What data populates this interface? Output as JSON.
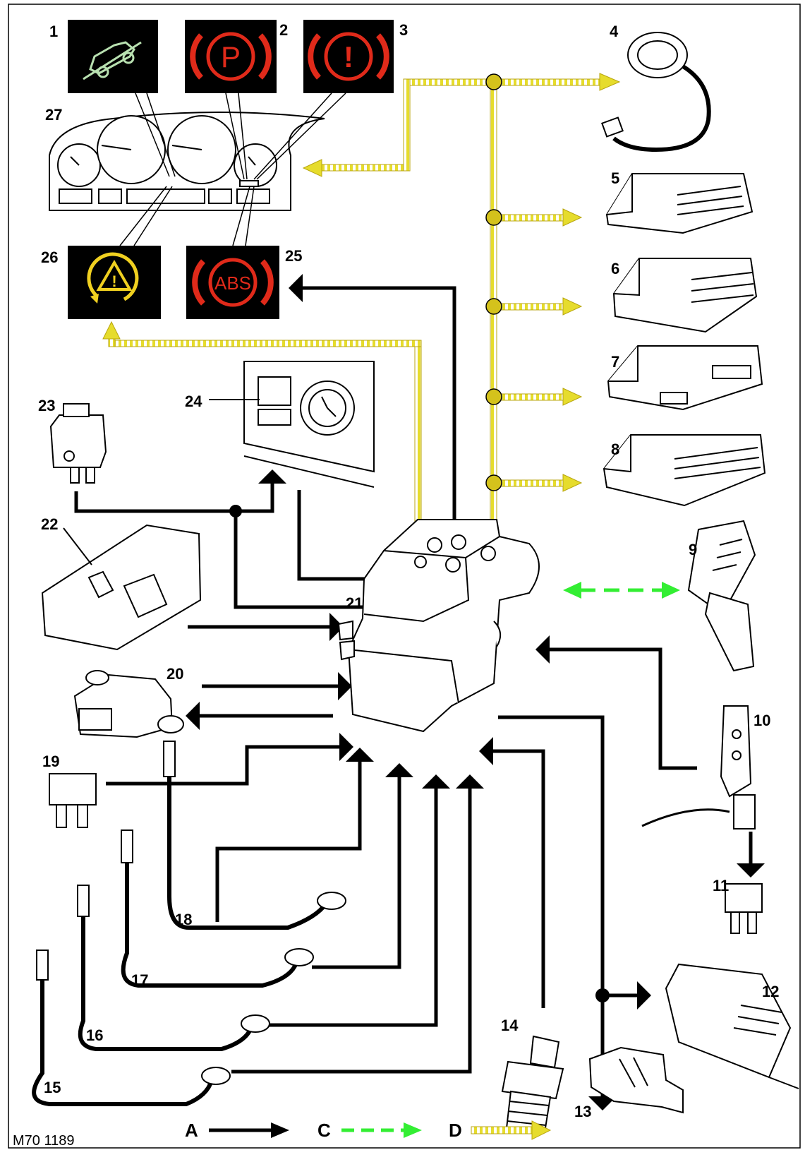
{
  "figure_ref": "M70 1189",
  "legend": [
    {
      "key": "A",
      "style": "solid-black"
    },
    {
      "key": "C",
      "style": "dashed-green"
    },
    {
      "key": "D",
      "style": "yellow-hatched"
    }
  ],
  "labels": {
    "n1": "1",
    "n2": "2",
    "n3": "3",
    "n4": "4",
    "n5": "5",
    "n6": "6",
    "n7": "7",
    "n8": "8",
    "n9": "9",
    "n10": "10",
    "n11": "11",
    "n12": "12",
    "n13": "13",
    "n14": "14",
    "n15": "15",
    "n16": "16",
    "n17": "17",
    "n18": "18",
    "n19": "19",
    "n20": "20",
    "n21": "21",
    "n22": "22",
    "n23": "23",
    "n24": "24",
    "n25": "25",
    "n26": "26",
    "n27": "27"
  },
  "warning_lamps": {
    "p_symbol": "P",
    "exclamation_symbol": "!",
    "abs_text": "ABS"
  },
  "colors": {
    "line_black": "#000000",
    "can_bus_yellow": "#e6dc2c",
    "node_yellow": "#d4c21c",
    "lin_green": "#33ee33",
    "lamp_red": "#e02a1a",
    "lamp_amber": "#f0d020",
    "hdc_green": "#b8e0b0"
  },
  "icons": [
    "hill-descent-icon",
    "park-brake-icon",
    "brake-warning-icon",
    "abs-warning-icon",
    "dsc-warning-icon"
  ]
}
